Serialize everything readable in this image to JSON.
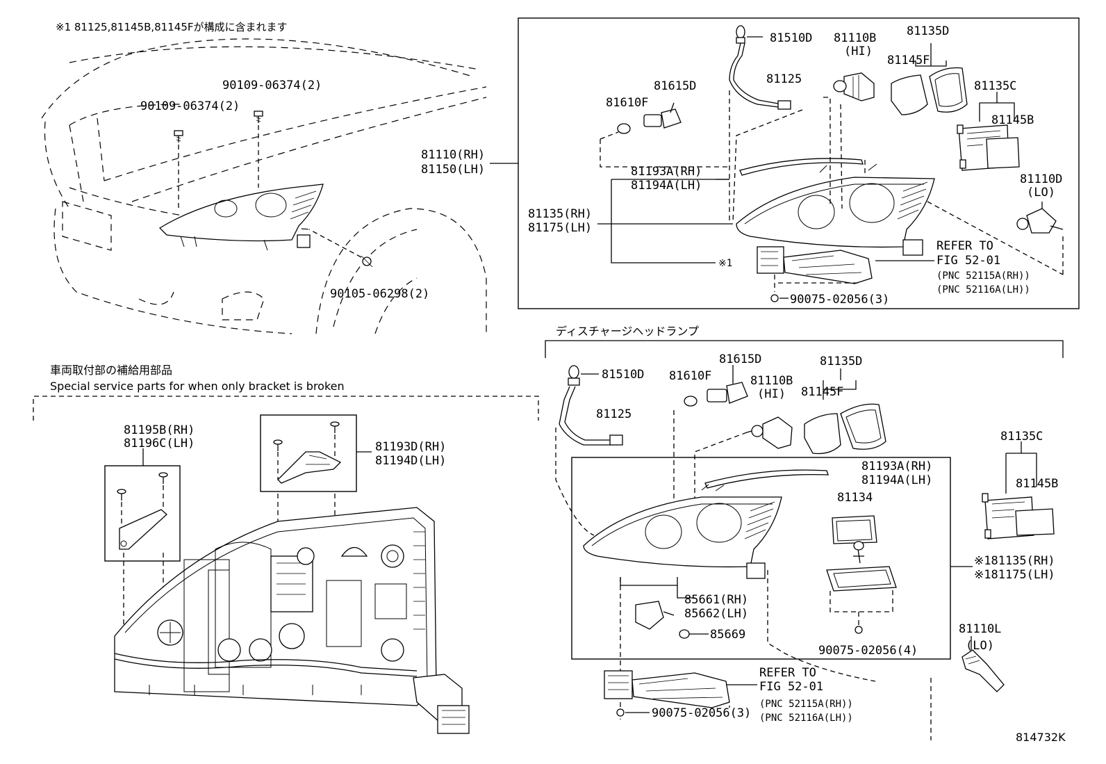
{
  "notes": {
    "top_note": "※1 81125,81145B,81145Fが構成に含まれます",
    "discharge_title": "ディスチャージヘッドランプ",
    "bracket_title_jp": "車両取付部の補給用部品",
    "bracket_title_en": "Special service parts for when only bracket is broken",
    "figure_code": "814732K"
  },
  "car_view": {
    "bolt_left": "90109-06374(2)",
    "bolt_right": "90109-06374(2)",
    "screw_bottom": "90105-06298(2)",
    "assy_rh": "81110(RH)",
    "assy_lh": "81150(LH)"
  },
  "top_panel": {
    "p81510D": "81510D",
    "p81110B": "81110B",
    "p81110B_sub": "(HI)",
    "p81135D": "81135D",
    "p81615D": "81615D",
    "p81125": "81125",
    "p81145F": "81145F",
    "p81135C": "81135C",
    "p81610F": "81610F",
    "p81145B": "81145B",
    "p81193A": "81193A(RH)",
    "p81194A": "81194A(LH)",
    "p81110D": "81110D",
    "p81110D_sub": "(LO)",
    "p81135": "81135(RH)",
    "p81175": "81175(LH)",
    "marker": "※1",
    "refer1": "REFER TO",
    "refer2": "FIG 52-01",
    "pnc_rh": "(PNC 52115A(RH))",
    "pnc_lh": "(PNC 52116A(LH))",
    "screw": "90075-02056(3)"
  },
  "bracket_panel": {
    "p81195B": "81195B(RH)",
    "p81196C": "81196C(LH)",
    "p81193D": "81193D(RH)",
    "p81194D": "81194D(LH)"
  },
  "discharge_panel": {
    "p81510D": "81510D",
    "p81615D": "81615D",
    "p81135D": "81135D",
    "p81610F": "81610F",
    "p81110B": "81110B",
    "p81110B_sub": "(HI)",
    "p81145F": "81145F",
    "p81125": "81125",
    "p81135C": "81135C",
    "p81193A": "81193A(RH)",
    "p81194A": "81194A(LH)",
    "p81145B": "81145B",
    "p81134": "81134",
    "p81135": "※181135(RH)",
    "p81175": "※181175(LH)",
    "p85661": "85661(RH)",
    "p85662": "85662(LH)",
    "p85669": "85669",
    "p81110L": "81110L",
    "p81110L_sub": "(LO)",
    "screw4": "90075-02056(4)",
    "refer1": "REFER TO",
    "refer2": "FIG 52-01",
    "pnc_rh": "(PNC 52115A(RH))",
    "pnc_lh": "(PNC 52116A(LH))",
    "screw3": "90075-02056(3)"
  },
  "icons": [
    "bulb-icon",
    "socket-icon",
    "bolt-icon",
    "screw-icon",
    "headlamp-icon",
    "ballast-icon",
    "bracket-icon"
  ]
}
